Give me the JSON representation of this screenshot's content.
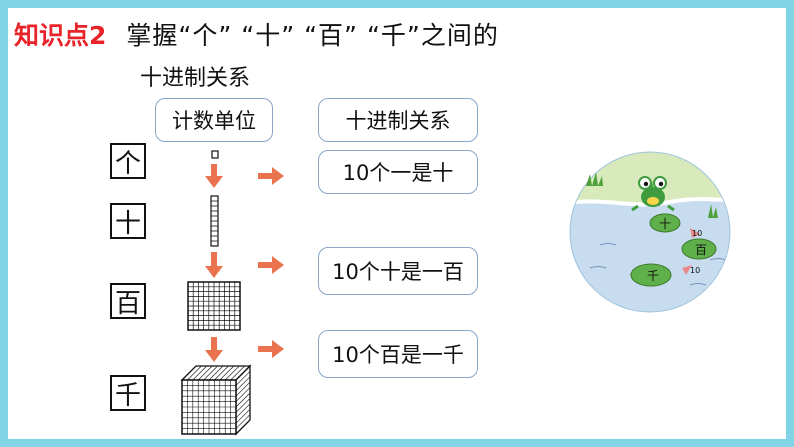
{
  "header": {
    "knowledge_point": "知识点2",
    "title": "掌握“个”  “十”  “百”  “千”之间的",
    "subtitle": "十进制关系"
  },
  "columns": {
    "unit_header": "计数单位",
    "relation_header": "十进制关系"
  },
  "units": [
    "个",
    "十",
    "百",
    "千"
  ],
  "relations": [
    "10个一是十",
    "10个十是一百",
    "10个百是一千"
  ],
  "illustration": {
    "lily_pads": [
      "十",
      "百",
      "千"
    ],
    "arrow_labels": [
      "10",
      "10"
    ]
  },
  "colors": {
    "accent_red": "#e8242b",
    "arrow": "#e8734e",
    "border": "#7fd4e6",
    "box_border": "#8aa6c8"
  }
}
